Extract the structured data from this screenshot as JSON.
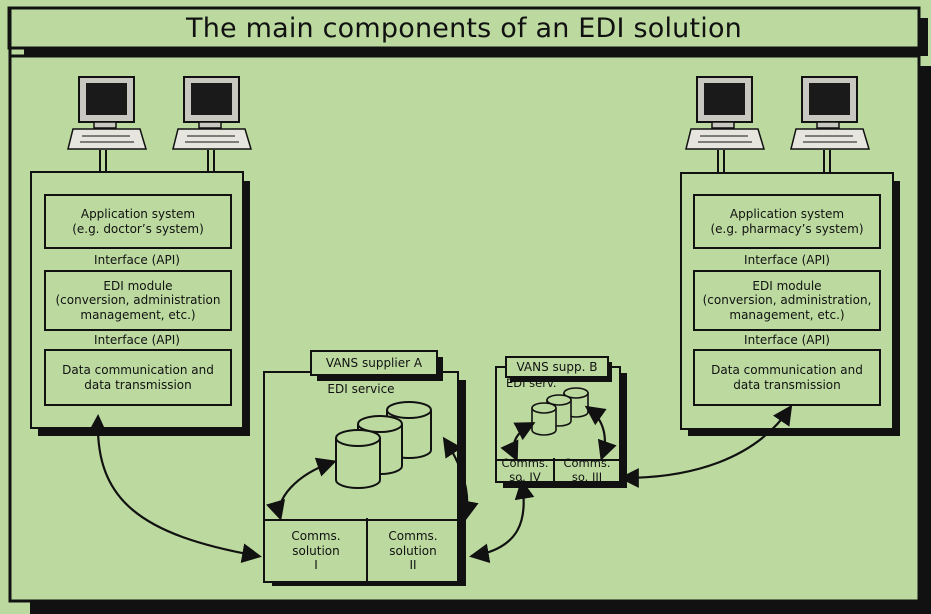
{
  "title": "The main components of an EDI solution",
  "colors": {
    "background": "#bcdaa0",
    "ink": "#111111",
    "screen": "#1a1a1a"
  },
  "left_stack": {
    "app": "Application system\n(e.g. doctor’s system)",
    "interface1": "Interface (API)",
    "edi": "EDI module\n(conversion, administration\nmanagement, etc.)",
    "interface2": "Interface (API)",
    "datacomm": "Data communication and\ndata transmission"
  },
  "right_stack": {
    "app": "Application system\n(e.g. pharmacy’s system)",
    "interface1": "Interface (API)",
    "edi": "EDI module\n(conversion, administration,\nmanagement, etc.)",
    "interface2": "Interface (API)",
    "datacomm": "Data communication and\ndata transmission"
  },
  "vans_a": {
    "header": "VANS supplier A",
    "service": "EDI service",
    "comms1": "Comms.\nsolution\nI",
    "comms2": "Comms.\nsolution\nII"
  },
  "vans_b": {
    "header": "VANS supp. B",
    "service": "EDI serv.",
    "comms4": "Comms.\nso. IV",
    "comms3": "Comms.\nso. III"
  }
}
